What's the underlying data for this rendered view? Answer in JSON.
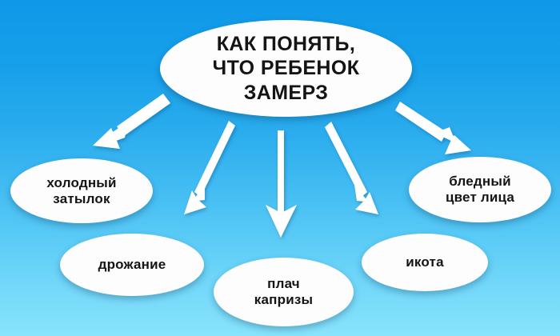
{
  "diagram": {
    "type": "mind-map",
    "title_node": {
      "id": "root",
      "lines": [
        "КАК ПОНЯТЬ,",
        "ЧТО РЕБЕНОК",
        "ЗАМЕРЗ"
      ],
      "text": "КАК ПОНЯТЬ, ЧТО РЕБЕНОК ЗАМЕРЗ",
      "shape": "ellipse",
      "fill": "#fdfdfd",
      "text_color": "#141414"
    },
    "nodes": [
      {
        "id": "n0",
        "lines": [
          "холодный",
          "затылок"
        ],
        "text": "холодный затылок",
        "shape": "ellipse",
        "fill": "#fdfdfd",
        "text_color": "#141414"
      },
      {
        "id": "n1",
        "lines": [
          "дрожание"
        ],
        "text": "дрожание",
        "shape": "ellipse",
        "fill": "#fdfdfd",
        "text_color": "#141414"
      },
      {
        "id": "n2",
        "lines": [
          "плач",
          "капризы"
        ],
        "text": "плач капризы",
        "shape": "ellipse",
        "fill": "#fdfdfd",
        "text_color": "#141414"
      },
      {
        "id": "n3",
        "lines": [
          "икота"
        ],
        "text": "икота",
        "shape": "ellipse",
        "fill": "#fdfdfd",
        "text_color": "#141414"
      },
      {
        "id": "n4",
        "lines": [
          "бледный",
          "цвет лица"
        ],
        "text": "бледный цвет лица",
        "shape": "ellipse",
        "fill": "#fdfdfd",
        "text_color": "#141414"
      }
    ],
    "connectors": [
      {
        "id": "a0",
        "from": "root",
        "to": "n0",
        "style": "arrow",
        "color": "#ffffff"
      },
      {
        "id": "a1",
        "from": "root",
        "to": "n1",
        "style": "arrow",
        "color": "#ffffff"
      },
      {
        "id": "a2",
        "from": "root",
        "to": "n2",
        "style": "arrow",
        "color": "#ffffff"
      },
      {
        "id": "a3",
        "from": "root",
        "to": "n3",
        "style": "arrow",
        "color": "#ffffff"
      },
      {
        "id": "a4",
        "from": "root",
        "to": "n4",
        "style": "arrow",
        "color": "#ffffff"
      }
    ],
    "background": {
      "style": "vertical-gradient",
      "top_color": "#0e98e7",
      "bottom_color": "#87e4fc"
    }
  }
}
